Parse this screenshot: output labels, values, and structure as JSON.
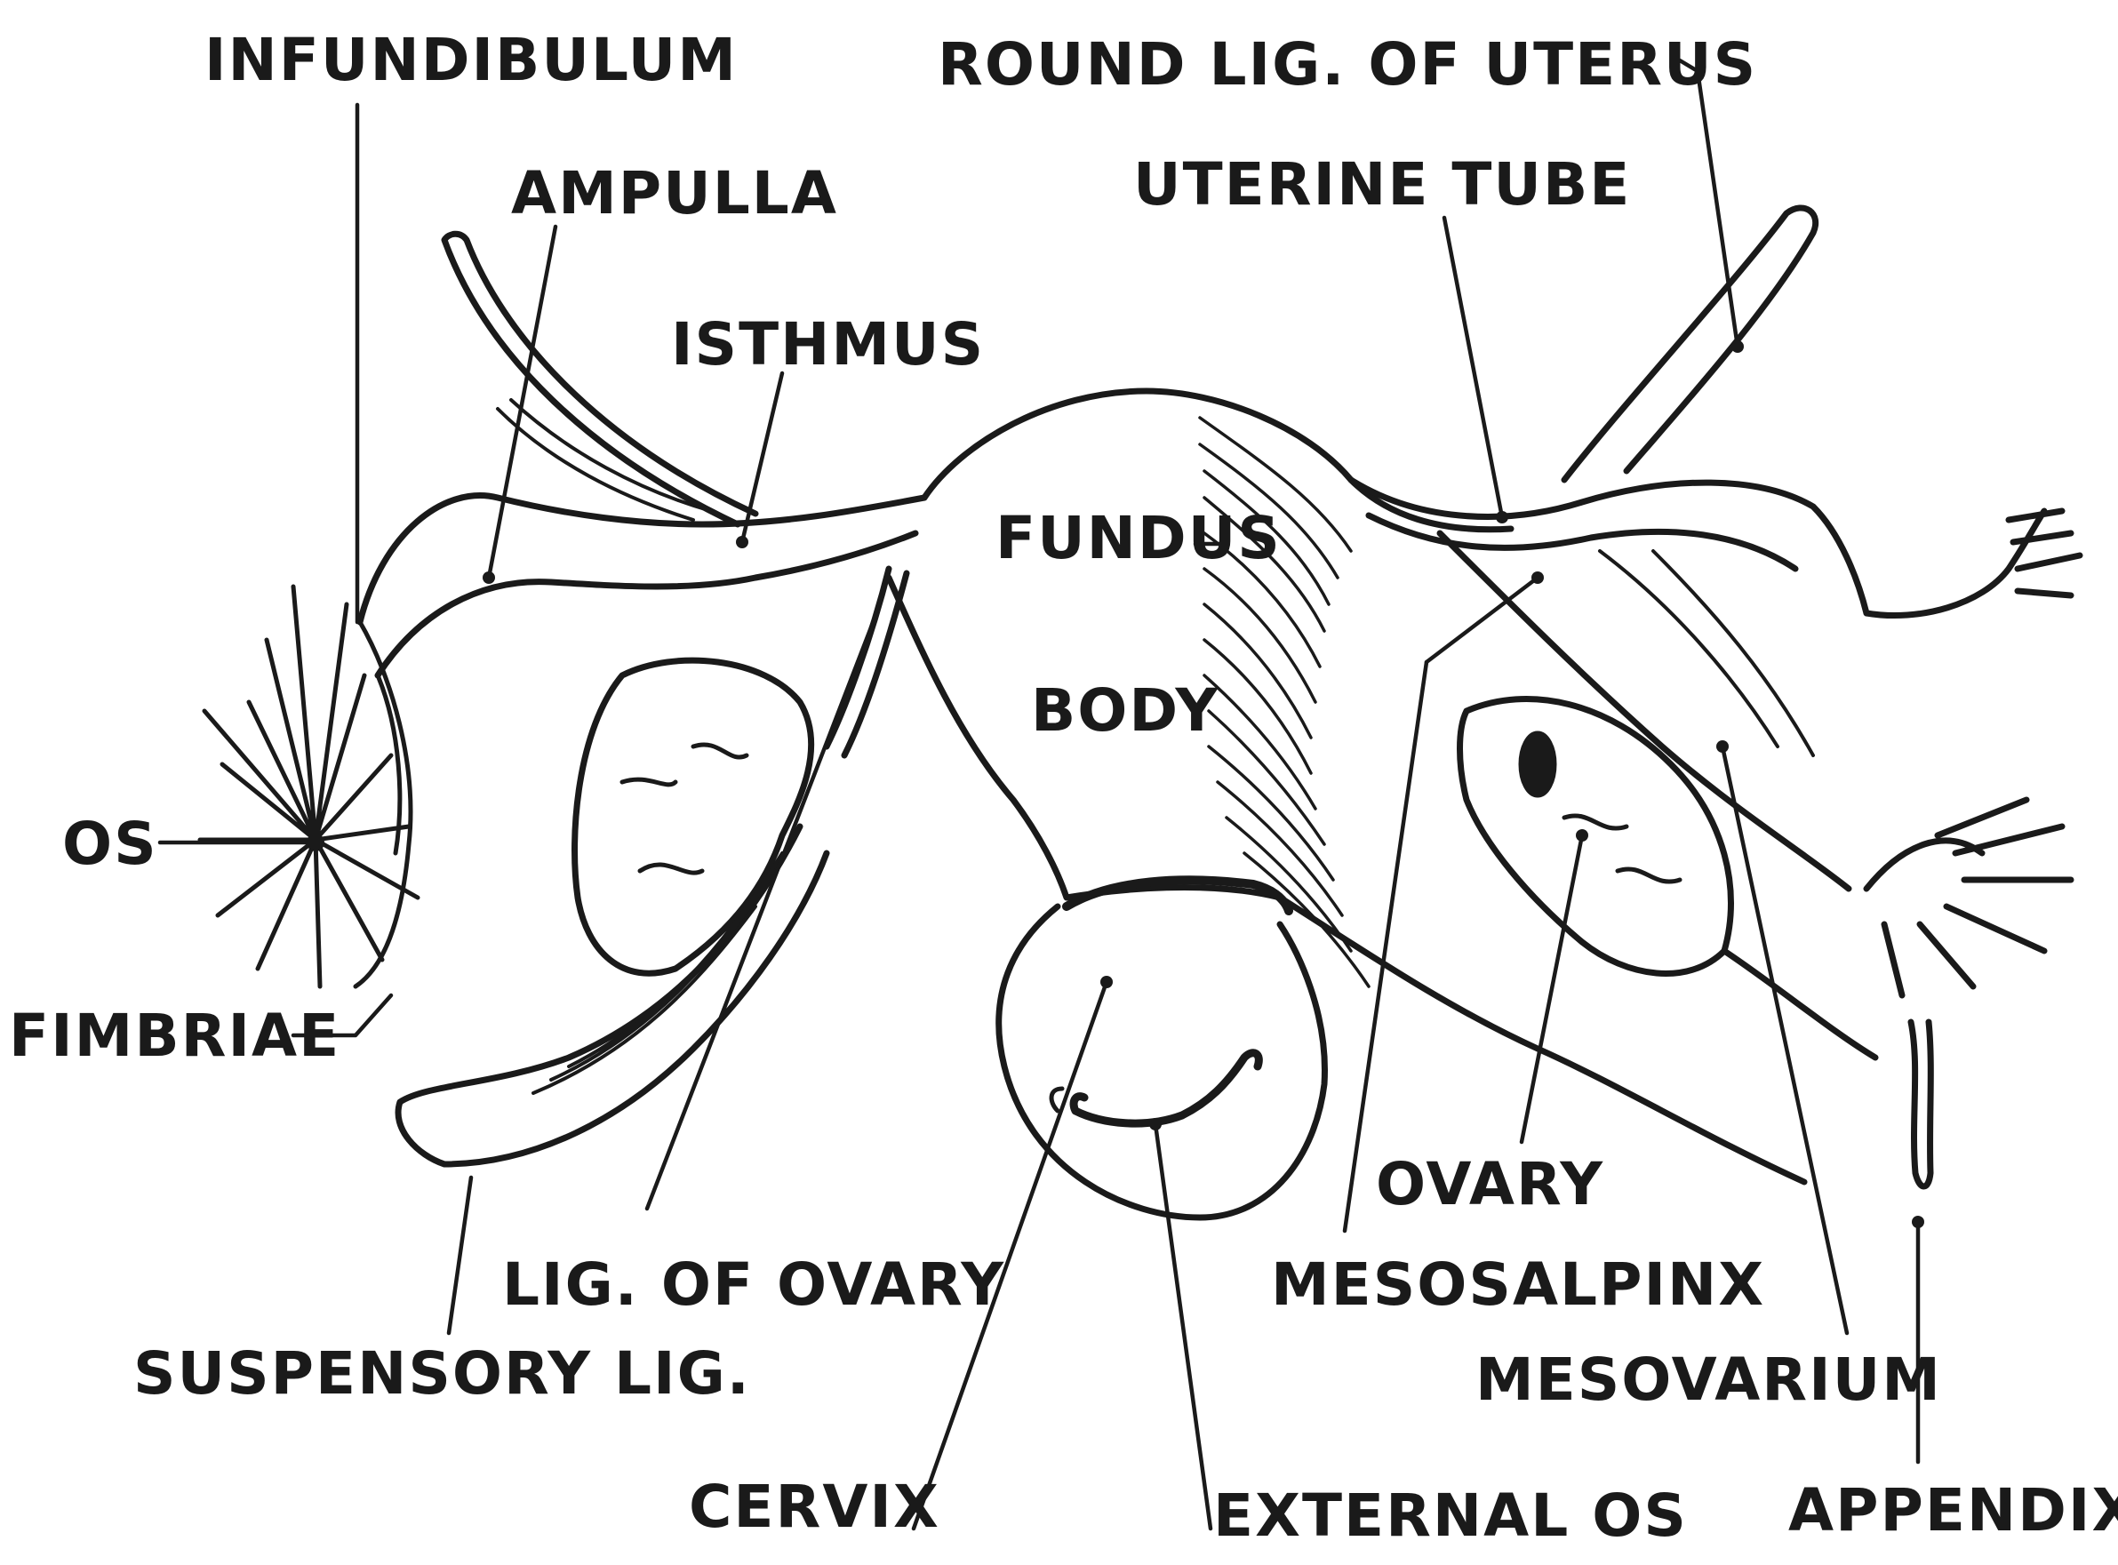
{
  "labels": {
    "infundibulum": "INFUNDIBULUM",
    "round_lig": "ROUND LIG. OF UTERUS",
    "ampulla": "AMPULLA",
    "uterine_tube": "UTERINE TUBE",
    "isthmus": "ISTHMUS",
    "fundus": "FUNDUS",
    "body": "BODY",
    "os": "OS",
    "fimbriae": "FIMBRIAE",
    "lig_ovary": "LIG. OF OVARY",
    "suspensory_lig": "SUSPENSORY LIG.",
    "ovary": "OVARY",
    "mesosalpinx": "MESOSALPINX",
    "mesovarium": "MESOVARIUM",
    "cervix": "CERVIX",
    "external_os": "EXTERNAL OS",
    "appendix": "APPENDIX"
  },
  "colors": {
    "ink": "#1a1a1a",
    "paper": "#ffffff"
  }
}
